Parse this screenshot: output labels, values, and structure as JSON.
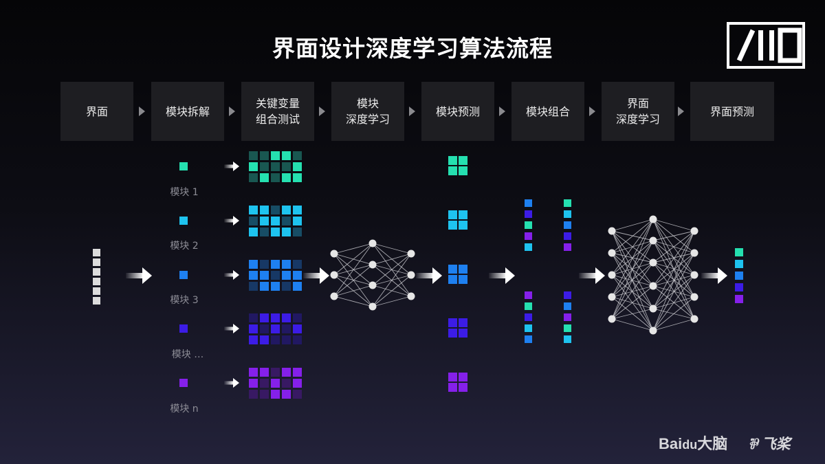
{
  "title": "界面设计深度学习算法流程",
  "logo_text": "/ll0",
  "steps": [
    {
      "label": "界面"
    },
    {
      "label": "模块拆解"
    },
    {
      "label": "关键变量\n组合测试"
    },
    {
      "label": "模块\n深度学习"
    },
    {
      "label": "模块预测"
    },
    {
      "label": "模块组合"
    },
    {
      "label": "界面\n深度学习"
    },
    {
      "label": "界面预测"
    }
  ],
  "modules": [
    {
      "label": "模块 1",
      "color": "#25e0b0"
    },
    {
      "label": "模块 2",
      "color": "#1ec3ef"
    },
    {
      "label": "模块 3",
      "color": "#1e80f0"
    },
    {
      "label": "模块 …",
      "color": "#3c1ce6"
    },
    {
      "label": "模块 n",
      "color": "#8520ea"
    }
  ],
  "colors": {
    "step_box": "#1e1e22",
    "input_cell": "#dcdcdc",
    "arrow": "#ffffff",
    "node": "#e6e6e6"
  },
  "branding": {
    "baidu_prefix": "Bai",
    "baidu_paw": "du",
    "baidu_suffix": "大脑",
    "paddle_mark": "⅌",
    "paddle_text": "飞桨"
  }
}
